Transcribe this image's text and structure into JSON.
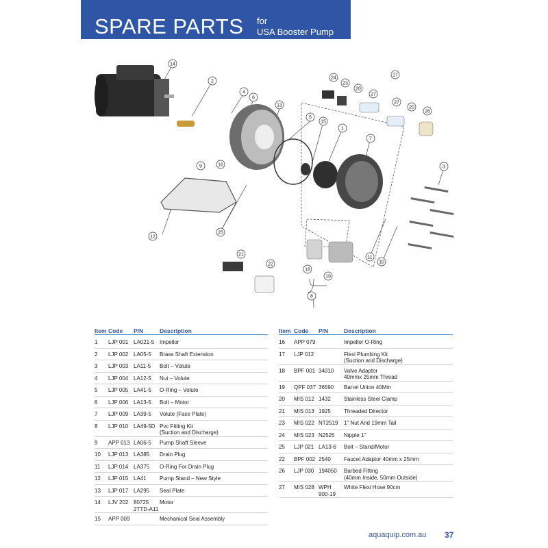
{
  "banner": {
    "title": "SPARE PARTS",
    "subtitle_line1": "for",
    "subtitle_line2": "USA Booster Pump",
    "color": "#2f56a6"
  },
  "diagram": {
    "callouts": [
      "1",
      "2",
      "3",
      "4",
      "5",
      "6",
      "7",
      "8",
      "9",
      "10",
      "11",
      "12",
      "13",
      "14",
      "15",
      "16",
      "17",
      "18",
      "19",
      "20",
      "20",
      "21",
      "22",
      "23",
      "24",
      "25",
      "26",
      "27",
      "27"
    ]
  },
  "table": {
    "headers": {
      "item": "Item",
      "code": "Code",
      "pn": "P/N",
      "description": "Description"
    },
    "left_rows": [
      {
        "item": "1",
        "code": "LJP 001",
        "pn": "LA021-5",
        "description": "Impellor"
      },
      {
        "item": "2",
        "code": "LJP 002",
        "pn": "LA05-5",
        "description": "Brass Shaft Extension"
      },
      {
        "item": "3",
        "code": "LJP 003",
        "pn": "LA11-5",
        "description": "Bolt – Volute"
      },
      {
        "item": "4",
        "code": "LJP 004",
        "pn": "LA12-5",
        "description": "Nut – Volute"
      },
      {
        "item": "5",
        "code": "LJP 005",
        "pn": "LA41-5",
        "description": "O-Ring – Volute"
      },
      {
        "item": "6",
        "code": "LJP 006",
        "pn": "LA13-5",
        "description": "Bolt – Motor"
      },
      {
        "item": "7",
        "code": "LJP 009",
        "pn": "LA39-5",
        "description": "Volute (Face Plate)"
      },
      {
        "item": "8",
        "code": "LJP 010",
        "pn": "LA49-5D",
        "description": "Pvc Fitting Kit\n(Suction and Discharge)"
      },
      {
        "item": "9",
        "code": "APP 013",
        "pn": "LA06-5",
        "description": "Pump Shaft Sleeve"
      },
      {
        "item": "10",
        "code": "LJP 013",
        "pn": "LA385",
        "description": "Drain Plug"
      },
      {
        "item": "11",
        "code": "LJP 014",
        "pn": "LA375",
        "description": "O-Ring For Drain Plug"
      },
      {
        "item": "12",
        "code": "LJP 015",
        "pn": "LA41",
        "description": "Pump Stand – New Style"
      },
      {
        "item": "13",
        "code": "LJP 017",
        "pn": "LA295",
        "description": "Seal Plate"
      },
      {
        "item": "14",
        "code": "LJV 202",
        "pn": "80725\n2TTD-A11",
        "description": "Motor"
      },
      {
        "item": "15",
        "code": "APP 009",
        "pn": "",
        "description": "Mechanical Seal Assembly"
      }
    ],
    "right_rows": [
      {
        "item": "16",
        "code": "APP 079",
        "pn": "",
        "description": "Impellor O-Ring"
      },
      {
        "item": "17",
        "code": "LJP 012",
        "pn": "",
        "description": "Flexi Plumbing Kit\n(Suction and Discharge)"
      },
      {
        "item": "18",
        "code": "BPF 001",
        "pn": "34010",
        "description": "Valve Adaptor\n40mmx 25mm Thread"
      },
      {
        "item": "19",
        "code": "QPF 037",
        "pn": "36590",
        "description": "Barrel Union 40Mm"
      },
      {
        "item": "20",
        "code": "MIS 012",
        "pn": "1432",
        "description": "Stainless Steel Clamp"
      },
      {
        "item": "21",
        "code": "MIS 013",
        "pn": "1925",
        "description": "Threaded Director"
      },
      {
        "item": "23",
        "code": "MIS 022",
        "pn": "NT2519",
        "description": "1\" Nut And 19mm Tail"
      },
      {
        "item": "24",
        "code": "MIS 023",
        "pn": "N2525",
        "description": "Nipple 1\""
      },
      {
        "item": "25",
        "code": "LJP 021",
        "pn": "LA13-6",
        "description": "Bolt – Stand/Motor"
      },
      {
        "item": "22",
        "code": "BPF 002",
        "pn": "2540",
        "description": "Faucet Adaptor 40mm x 25mm"
      },
      {
        "item": "26",
        "code": "LJP 030",
        "pn": "194050",
        "description": "Barbed Fitting\n(40mm Inside, 50mm Outside)"
      },
      {
        "item": "27",
        "code": "MIS 028",
        "pn": "WPH\n900-19",
        "description": "White Flexi Hose 90cm"
      }
    ],
    "header_color": "#2f56a6",
    "rule_color": "#4a8fd0"
  },
  "footer": {
    "url": "aquaquip.com.au",
    "page_number": "37"
  }
}
